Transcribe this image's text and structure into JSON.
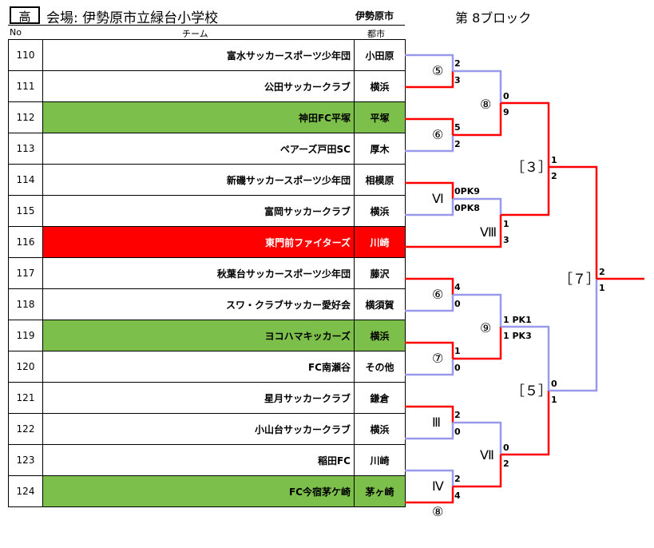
{
  "header": {
    "level": "高",
    "venue": "会場: 伊勢原市立緑台小学校",
    "city": "伊勢原市",
    "block": "第 8ブロック"
  },
  "columns": {
    "no": "No",
    "team": "チーム",
    "city": "都市"
  },
  "teams": [
    {
      "no": "110",
      "name": "富水サッカースポーツ少年団",
      "city": "小田原",
      "hl": ""
    },
    {
      "no": "111",
      "name": "公田サッカークラブ",
      "city": "横浜",
      "hl": ""
    },
    {
      "no": "112",
      "name": "神田FC平塚",
      "city": "平塚",
      "hl": "green"
    },
    {
      "no": "113",
      "name": "ペアーズ戸田SC",
      "city": "厚木",
      "hl": ""
    },
    {
      "no": "114",
      "name": "新磯サッカースポーツ少年団",
      "city": "相模原",
      "hl": ""
    },
    {
      "no": "115",
      "name": "富岡サッカークラブ",
      "city": "横浜",
      "hl": ""
    },
    {
      "no": "116",
      "name": "東門前ファイターズ",
      "city": "川崎",
      "hl": "red"
    },
    {
      "no": "117",
      "name": "秋葉台サッカースポーツ少年団",
      "city": "藤沢",
      "hl": ""
    },
    {
      "no": "118",
      "name": "スワ・クラブサッカー愛好会",
      "city": "横須賀",
      "hl": ""
    },
    {
      "no": "119",
      "name": "ヨコハマキッカーズ",
      "city": "横浜",
      "hl": "green"
    },
    {
      "no": "120",
      "name": "FC南瀬谷",
      "city": "その他",
      "hl": ""
    },
    {
      "no": "121",
      "name": "星月サッカークラブ",
      "city": "鎌倉",
      "hl": ""
    },
    {
      "no": "122",
      "name": "小山台サッカークラブ",
      "city": "横浜",
      "hl": ""
    },
    {
      "no": "123",
      "name": "稲田FC",
      "city": "川崎",
      "hl": ""
    },
    {
      "no": "124",
      "name": "FC今宿茅ケ崎",
      "city": "茅ヶ崎",
      "hl": "green"
    }
  ],
  "matches": {
    "m5": {
      "label": "⑤",
      "top": "2",
      "bottom": "3"
    },
    "m6a": {
      "label": "⑥",
      "top": "5",
      "bottom": "2"
    },
    "m8": {
      "label": "⑧",
      "top": "0",
      "bottom": "9"
    },
    "m6b": {
      "label": "Ⅵ",
      "top": "0PK9",
      "bottom": "0PK8"
    },
    "m8b": {
      "label": "Ⅷ",
      "top": "1",
      "bottom": "3"
    },
    "q3": {
      "label": "［３］",
      "top": "1",
      "bottom": "2"
    },
    "m6c": {
      "label": "⑥",
      "top": "4",
      "bottom": "0"
    },
    "m7": {
      "label": "⑦",
      "top": "1",
      "bottom": "0"
    },
    "m9": {
      "label": "⑨",
      "top": "1 PK1",
      "bottom": "1 PK3"
    },
    "m3": {
      "label": "Ⅲ",
      "top": "2",
      "bottom": "0"
    },
    "m4": {
      "label": "Ⅳ",
      "top": "2",
      "bottom": "4"
    },
    "m7b": {
      "label": "Ⅶ",
      "top": "0",
      "bottom": "2"
    },
    "q5": {
      "label": "［５］",
      "top": "0",
      "bottom": "1"
    },
    "f7": {
      "label": "［７］",
      "top": "2",
      "bottom": "1"
    },
    "m8c": {
      "label": "⑧"
    }
  },
  "colors": {
    "win": "#ff0000",
    "lose": "#9999ee",
    "green": "#7cbf4a",
    "red": "#ff0000"
  }
}
